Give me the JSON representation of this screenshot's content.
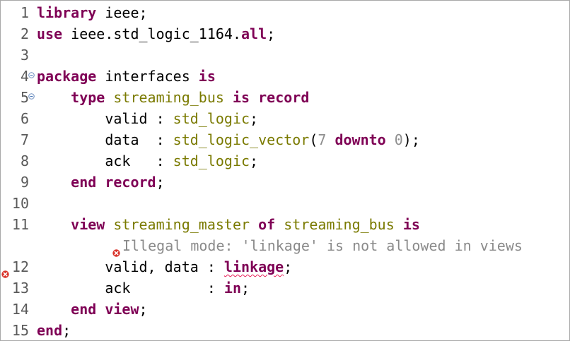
{
  "editor": {
    "lines": [
      {
        "n": "1",
        "tokens": [
          {
            "t": "library",
            "c": "kw"
          },
          {
            "t": " ieee;",
            "c": ""
          }
        ]
      },
      {
        "n": "2",
        "tokens": [
          {
            "t": "use",
            "c": "kw"
          },
          {
            "t": " ieee.std_logic_1164.",
            "c": ""
          },
          {
            "t": "all",
            "c": "kw"
          },
          {
            "t": ";",
            "c": ""
          }
        ]
      },
      {
        "n": "3",
        "tokens": []
      },
      {
        "n": "4",
        "fold": true,
        "tokens": [
          {
            "t": "package",
            "c": "kw"
          },
          {
            "t": " interfaces ",
            "c": ""
          },
          {
            "t": "is",
            "c": "kw"
          }
        ]
      },
      {
        "n": "5",
        "fold": true,
        "tokens": [
          {
            "t": "    ",
            "c": ""
          },
          {
            "t": "type",
            "c": "kw"
          },
          {
            "t": " ",
            "c": ""
          },
          {
            "t": "streaming_bus",
            "c": "ty"
          },
          {
            "t": " ",
            "c": ""
          },
          {
            "t": "is",
            "c": "kw"
          },
          {
            "t": " ",
            "c": ""
          },
          {
            "t": "record",
            "c": "kw"
          }
        ]
      },
      {
        "n": "6",
        "tokens": [
          {
            "t": "        valid : ",
            "c": ""
          },
          {
            "t": "std_logic",
            "c": "ty"
          },
          {
            "t": ";",
            "c": ""
          }
        ]
      },
      {
        "n": "7",
        "tokens": [
          {
            "t": "        data  : ",
            "c": ""
          },
          {
            "t": "std_logic_vector",
            "c": "ty"
          },
          {
            "t": "(",
            "c": ""
          },
          {
            "t": "7",
            "c": "num-lit"
          },
          {
            "t": " ",
            "c": ""
          },
          {
            "t": "downto",
            "c": "kw"
          },
          {
            "t": " ",
            "c": ""
          },
          {
            "t": "0",
            "c": "num-lit"
          },
          {
            "t": ");",
            "c": ""
          }
        ]
      },
      {
        "n": "8",
        "tokens": [
          {
            "t": "        ack   : ",
            "c": ""
          },
          {
            "t": "std_logic",
            "c": "ty"
          },
          {
            "t": ";",
            "c": ""
          }
        ]
      },
      {
        "n": "9",
        "tokens": [
          {
            "t": "    ",
            "c": ""
          },
          {
            "t": "end",
            "c": "kw"
          },
          {
            "t": " ",
            "c": ""
          },
          {
            "t": "record",
            "c": "kw"
          },
          {
            "t": ";",
            "c": ""
          }
        ]
      },
      {
        "n": "10",
        "tokens": []
      },
      {
        "n": "11",
        "tokens": [
          {
            "t": "    ",
            "c": ""
          },
          {
            "t": "view",
            "c": "kw"
          },
          {
            "t": " ",
            "c": ""
          },
          {
            "t": "streaming_master",
            "c": "ty"
          },
          {
            "t": " ",
            "c": ""
          },
          {
            "t": "of",
            "c": "kw"
          },
          {
            "t": " ",
            "c": ""
          },
          {
            "t": "streaming_bus",
            "c": "ty"
          },
          {
            "t": " ",
            "c": ""
          },
          {
            "t": "is",
            "c": "kw"
          }
        ]
      },
      {
        "n": "",
        "annotation": "Illegal mode: 'linkage' is not allowed in views",
        "tokens": []
      },
      {
        "n": "12",
        "error": true,
        "tokens": [
          {
            "t": "        valid, data : ",
            "c": ""
          },
          {
            "t": "linkage",
            "c": "kw squig"
          },
          {
            "t": ";",
            "c": ""
          }
        ]
      },
      {
        "n": "13",
        "tokens": [
          {
            "t": "        ack         : ",
            "c": ""
          },
          {
            "t": "in",
            "c": "kw"
          },
          {
            "t": ";",
            "c": ""
          }
        ]
      },
      {
        "n": "14",
        "tokens": [
          {
            "t": "    ",
            "c": ""
          },
          {
            "t": "end",
            "c": "kw"
          },
          {
            "t": " ",
            "c": ""
          },
          {
            "t": "view",
            "c": "kw"
          },
          {
            "t": ";",
            "c": ""
          }
        ]
      },
      {
        "n": "15",
        "tokens": [
          {
            "t": "end",
            "c": "kw"
          },
          {
            "t": ";",
            "c": ""
          }
        ]
      }
    ]
  },
  "icons": {
    "fold": "fold-collapse-icon",
    "error": "error-icon"
  },
  "colors": {
    "keyword": "#7f0055",
    "type": "#7a7a00",
    "number": "#8e8e8e",
    "error": "#d9342b",
    "squiggle": "#e8205a",
    "annotation": "#8a8a8a"
  }
}
